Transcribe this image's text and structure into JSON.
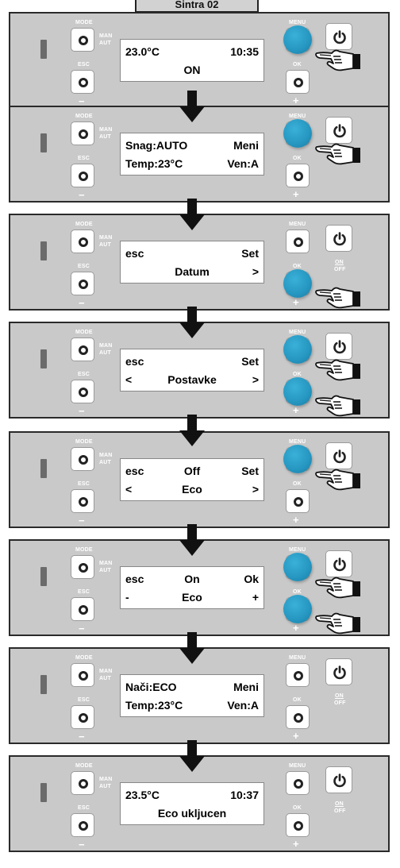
{
  "header_title": "Sintra 02",
  "labels": {
    "mode": "MODE",
    "man": "MAN",
    "aut": "AUT",
    "esc": "ESC",
    "minus": "−",
    "menu": "MENU",
    "ok": "OK",
    "plus": "+",
    "on": "ON",
    "off": "OFF"
  },
  "icons": {
    "power": "power-icon",
    "pointer": "pointing-hand-icon",
    "arrow": "down-arrow-icon"
  },
  "colors": {
    "panel": "#c9c9c9",
    "press_highlight": "#2596c0",
    "arrow": "#111111"
  },
  "steps": [
    {
      "display": {
        "r1": {
          "left": "23.0°C",
          "center": "",
          "right": "10:35"
        },
        "r2": {
          "left": "",
          "center": "ON",
          "right": ""
        }
      },
      "press_menu": true,
      "press_ok": false,
      "menu_hand": true,
      "ok_hand": false
    },
    {
      "display": {
        "r1": {
          "left": "Snag:AUTO",
          "center": "",
          "right": "Meni"
        },
        "r2": {
          "left": "Temp:23°C",
          "center": "",
          "right": "Ven:A"
        }
      },
      "press_menu": true,
      "press_ok": false,
      "menu_hand": true,
      "ok_hand": false
    },
    {
      "display": {
        "r1": {
          "left": "esc",
          "center": "",
          "right": "Set"
        },
        "r2": {
          "left": "",
          "center": "Datum",
          "right": ">"
        }
      },
      "press_menu": false,
      "press_ok": true,
      "menu_hand": false,
      "ok_hand": true
    },
    {
      "display": {
        "r1": {
          "left": "esc",
          "center": "",
          "right": "Set"
        },
        "r2": {
          "left": "<",
          "center": "Postavke",
          "right": ">"
        }
      },
      "press_menu": true,
      "press_ok": true,
      "menu_hand": true,
      "ok_hand": true
    },
    {
      "display": {
        "r1": {
          "left": "esc",
          "center": "Off",
          "right": "Set"
        },
        "r2": {
          "left": "<",
          "center": "Eco",
          "right": ">"
        }
      },
      "press_menu": true,
      "press_ok": false,
      "menu_hand": true,
      "ok_hand": false
    },
    {
      "display": {
        "r1": {
          "left": "esc",
          "center": "On",
          "right": "Ok"
        },
        "r2": {
          "left": "-",
          "center": "Eco",
          "right": "+"
        }
      },
      "press_menu": true,
      "press_ok": true,
      "menu_hand": true,
      "ok_hand": true
    },
    {
      "display": {
        "r1": {
          "left": "Nači:ECO",
          "center": "",
          "right": "Meni"
        },
        "r2": {
          "left": "Temp:23°C",
          "center": "",
          "right": "Ven:A"
        }
      },
      "press_menu": false,
      "press_ok": false,
      "menu_hand": false,
      "ok_hand": false
    },
    {
      "display": {
        "r1": {
          "left": "23.5°C",
          "center": "",
          "right": "10:37"
        },
        "r2": {
          "left": "",
          "center": "Eco ukljucen",
          "right": ""
        }
      },
      "press_menu": false,
      "press_ok": false,
      "menu_hand": false,
      "ok_hand": false
    }
  ]
}
